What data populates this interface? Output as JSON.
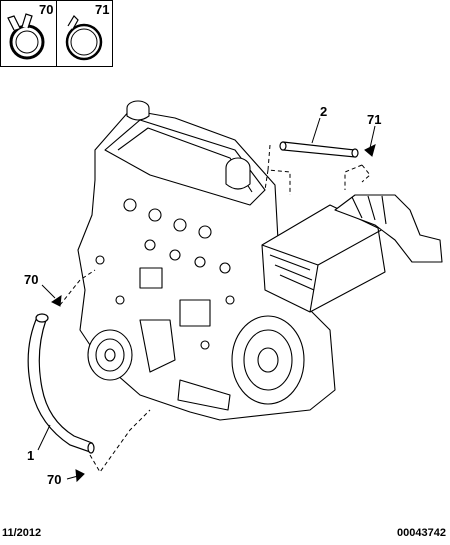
{
  "legend": [
    {
      "number": "70",
      "icon": "hose-clamp-spring-icon"
    },
    {
      "number": "71",
      "icon": "hose-clamp-band-icon"
    }
  ],
  "callouts": {
    "hose_top": "2",
    "clamp_top": "71",
    "clamp_left_upper": "70",
    "hose_left": "1",
    "clamp_left_lower": "70"
  },
  "footer": {
    "date": "11/2012",
    "reference": "00043742"
  }
}
